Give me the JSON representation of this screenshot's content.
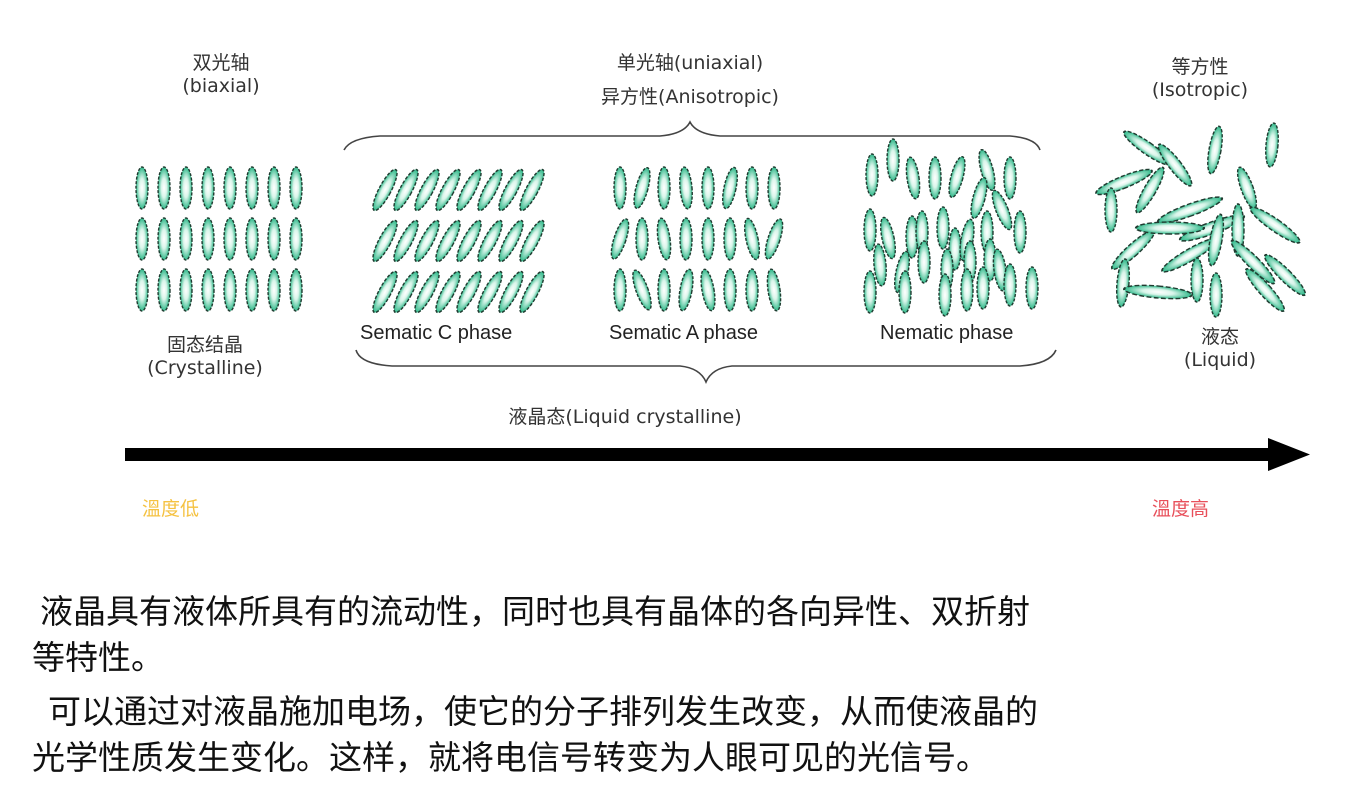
{
  "diagram": {
    "top_labels": {
      "biaxial": {
        "zh": "双光轴",
        "en": "(biaxial)"
      },
      "uniaxial": "单光轴(uniaxial)",
      "anisotropic": "异方性(Anisotropic)",
      "isotropic": {
        "zh": "等方性",
        "en": "(Isotropic)"
      }
    },
    "phases": [
      {
        "id": "crystalline",
        "label_zh": "固态结晶",
        "label_en": "(Crystalline)"
      },
      {
        "id": "smectic-c",
        "label": "Sematic C phase"
      },
      {
        "id": "smectic-a",
        "label": "Sematic A phase"
      },
      {
        "id": "nematic",
        "label": "Nematic phase"
      },
      {
        "id": "liquid",
        "label_zh": "液态",
        "label_en": "(Liquid)"
      }
    ],
    "group_label": "液晶态(Liquid crystalline)",
    "axis": {
      "low_label": "溫度低",
      "high_label": "溫度高",
      "low_color": "#f5c242",
      "high_color": "#e8505b",
      "arrow_color": "#000000"
    },
    "molecule_color": "#3dbf94",
    "molecule_outline": "#1a3a2c"
  },
  "body_text": {
    "line1": "液晶具有液体所具有的流动性，同时也具有晶体的各向异性、双折射",
    "line2": "等特性。",
    "line3": "可以通过对液晶施加电场，使它的分子排列发生改变，从而使液晶的",
    "line4": "光学性质发生变化。这样，就将电信号转变为人眼可见的光信号。"
  }
}
